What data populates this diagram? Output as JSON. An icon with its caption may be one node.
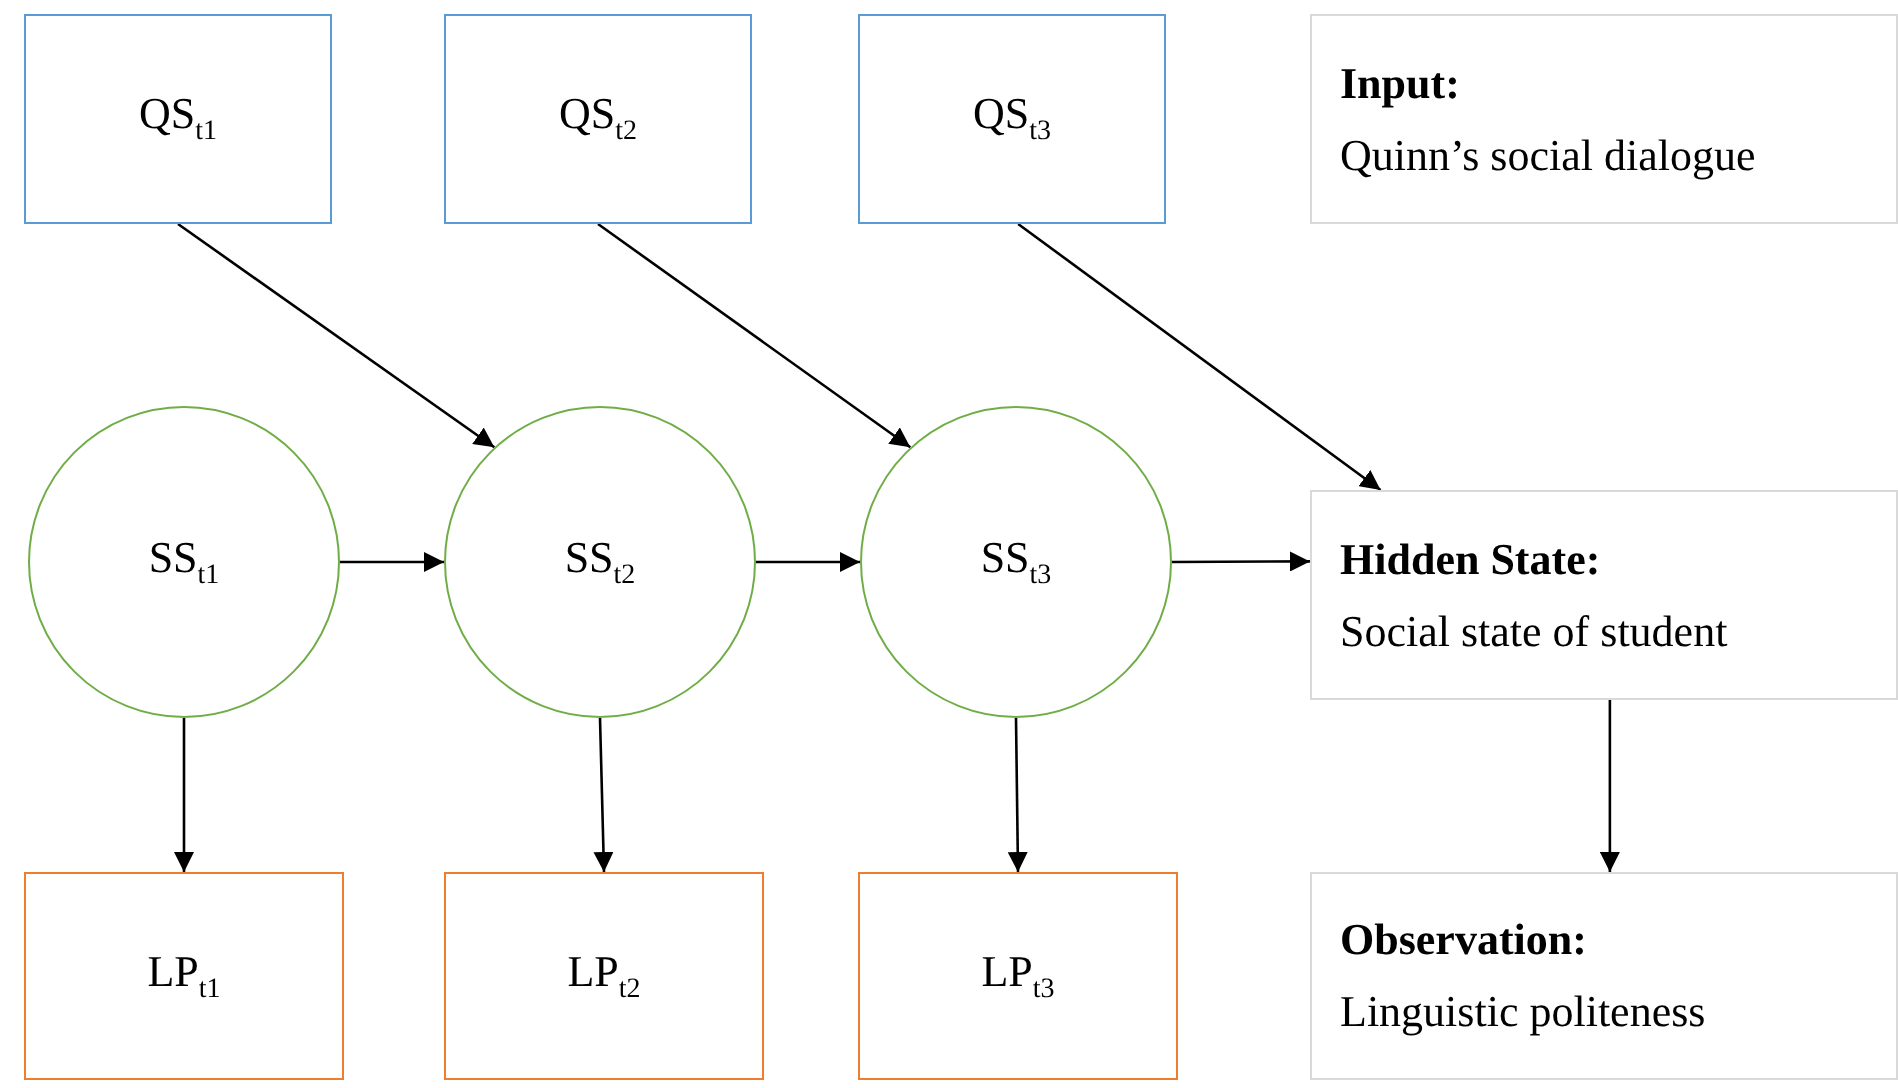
{
  "diagram": {
    "nodes": [
      {
        "text": [
          "QS$_{t1}$"
        ]
      },
      {
        "text": [
          "QS$_{t2}$"
        ]
      },
      {
        "text": [
          "QS$_{t3}$"
        ]
      },
      {
        "text": [
          "Input:",
          "Quinn’s social dialogue"
        ]
      },
      {
        "text": [
          "SS$_{t1}$"
        ]
      },
      {
        "text": [
          "SS$_{t2}$"
        ]
      },
      {
        "text": [
          "SS$_{t3}$"
        ]
      },
      {
        "text": [
          "Hidden State:",
          "Social state of student"
        ]
      },
      {
        "text": [
          "LP$_{t1}$"
        ]
      },
      {
        "text": [
          "LP$_{t2}$"
        ]
      },
      {
        "text": [
          "LP$_{t3}$"
        ]
      },
      {
        "text": [
          "Observation:",
          "Linguistic politeness"
        ]
      }
    ],
    "edges": [
      {
        "from": 0,
        "to": 5,
        "arrow": "to"
      },
      {
        "from": 1,
        "to": 6,
        "arrow": "to"
      },
      {
        "from": 2,
        "to": 7,
        "arrow": "to"
      },
      {
        "from": 4,
        "to": 5,
        "arrow": "to"
      },
      {
        "from": 5,
        "to": 6,
        "arrow": "to"
      },
      {
        "from": 6,
        "to": 7,
        "arrow": "to"
      },
      {
        "from": 4,
        "to": 8,
        "arrow": "to"
      },
      {
        "from": 5,
        "to": 9,
        "arrow": "to"
      },
      {
        "from": 6,
        "to": 10,
        "arrow": "to"
      },
      {
        "from": 7,
        "to": 11,
        "arrow": "to"
      }
    ]
  }
}
